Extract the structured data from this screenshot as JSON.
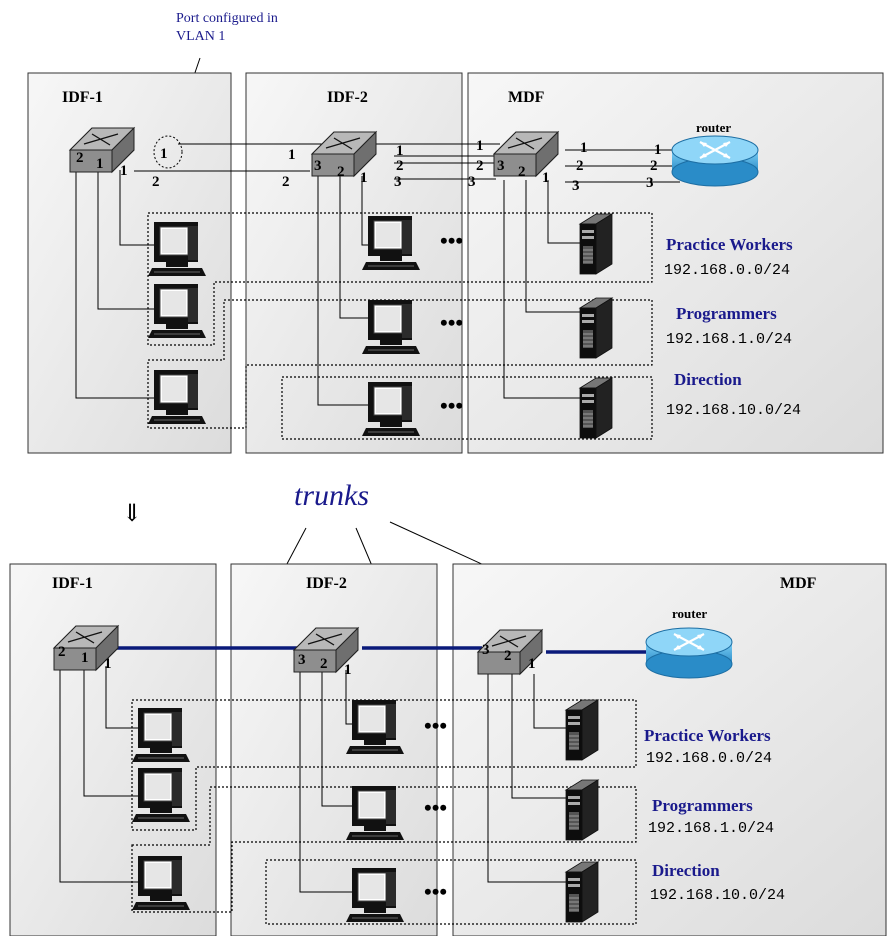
{
  "top": {
    "annotation": {
      "line1": "Port configured in",
      "line2": "VLAN 1"
    },
    "areas": {
      "idf1": "IDF-1",
      "idf2": "IDF-2",
      "mdf": "MDF"
    },
    "router_label": "router",
    "vlans": [
      {
        "name": "Practice Workers",
        "subnet": "192.168.0.0/24"
      },
      {
        "name": "Programmers",
        "subnet": "192.168.1.0/24"
      },
      {
        "name": "Direction",
        "subnet": "192.168.10.0/24"
      }
    ],
    "ellipsis": "•••"
  },
  "arrow_down": "⇓",
  "trunks_label": "trunks",
  "bottom": {
    "areas": {
      "idf1": "IDF-1",
      "idf2": "IDF-2",
      "mdf": "MDF"
    },
    "router_label": "router",
    "vlans": [
      {
        "name": "Practice Workers",
        "subnet": "192.168.0.0/24"
      },
      {
        "name": "Programmers",
        "subnet": "192.168.1.0/24"
      },
      {
        "name": "Direction",
        "subnet": "192.168.10.0/24"
      }
    ],
    "ellipsis": "•••"
  },
  "port_numbers": {
    "p1": "1",
    "p2": "2",
    "p3": "3"
  },
  "colors": {
    "vlan_text": "#1a1a8c",
    "trunk": "#0a1a7a",
    "router": "#3aa0d8",
    "panel": "#e9e9e9"
  }
}
